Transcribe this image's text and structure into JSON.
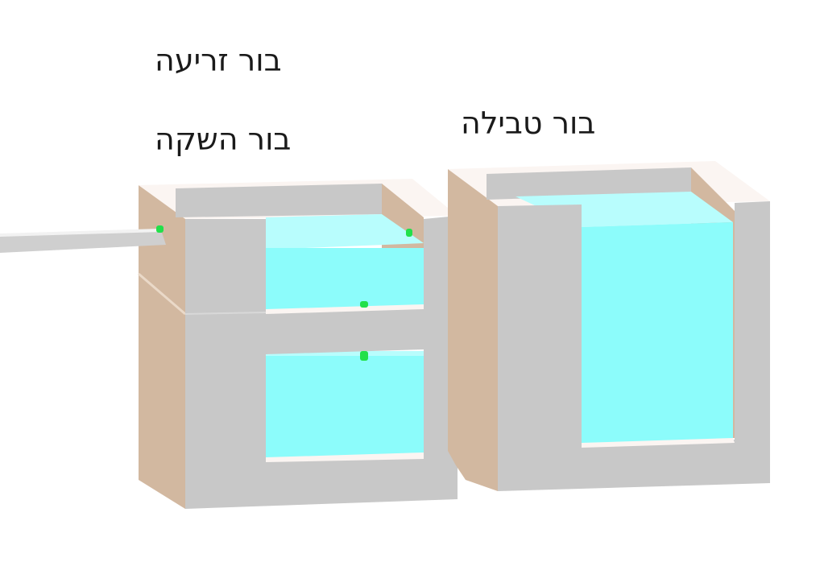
{
  "labels": {
    "zeria_pit": "בור זריעה",
    "hashaka_pit": "בור השקה",
    "tevila_pit": "בור טבילה"
  },
  "colors": {
    "background": "#ffffff",
    "concrete_front": "#c8c8c8",
    "concrete_side": "#d2b8a0",
    "concrete_top": "#fbf5f2",
    "water_front": "#8cfcfb",
    "water_top": "#b8fdfd",
    "pipe": "#22e04a",
    "inlet_pipe": "#cfcfcf"
  }
}
